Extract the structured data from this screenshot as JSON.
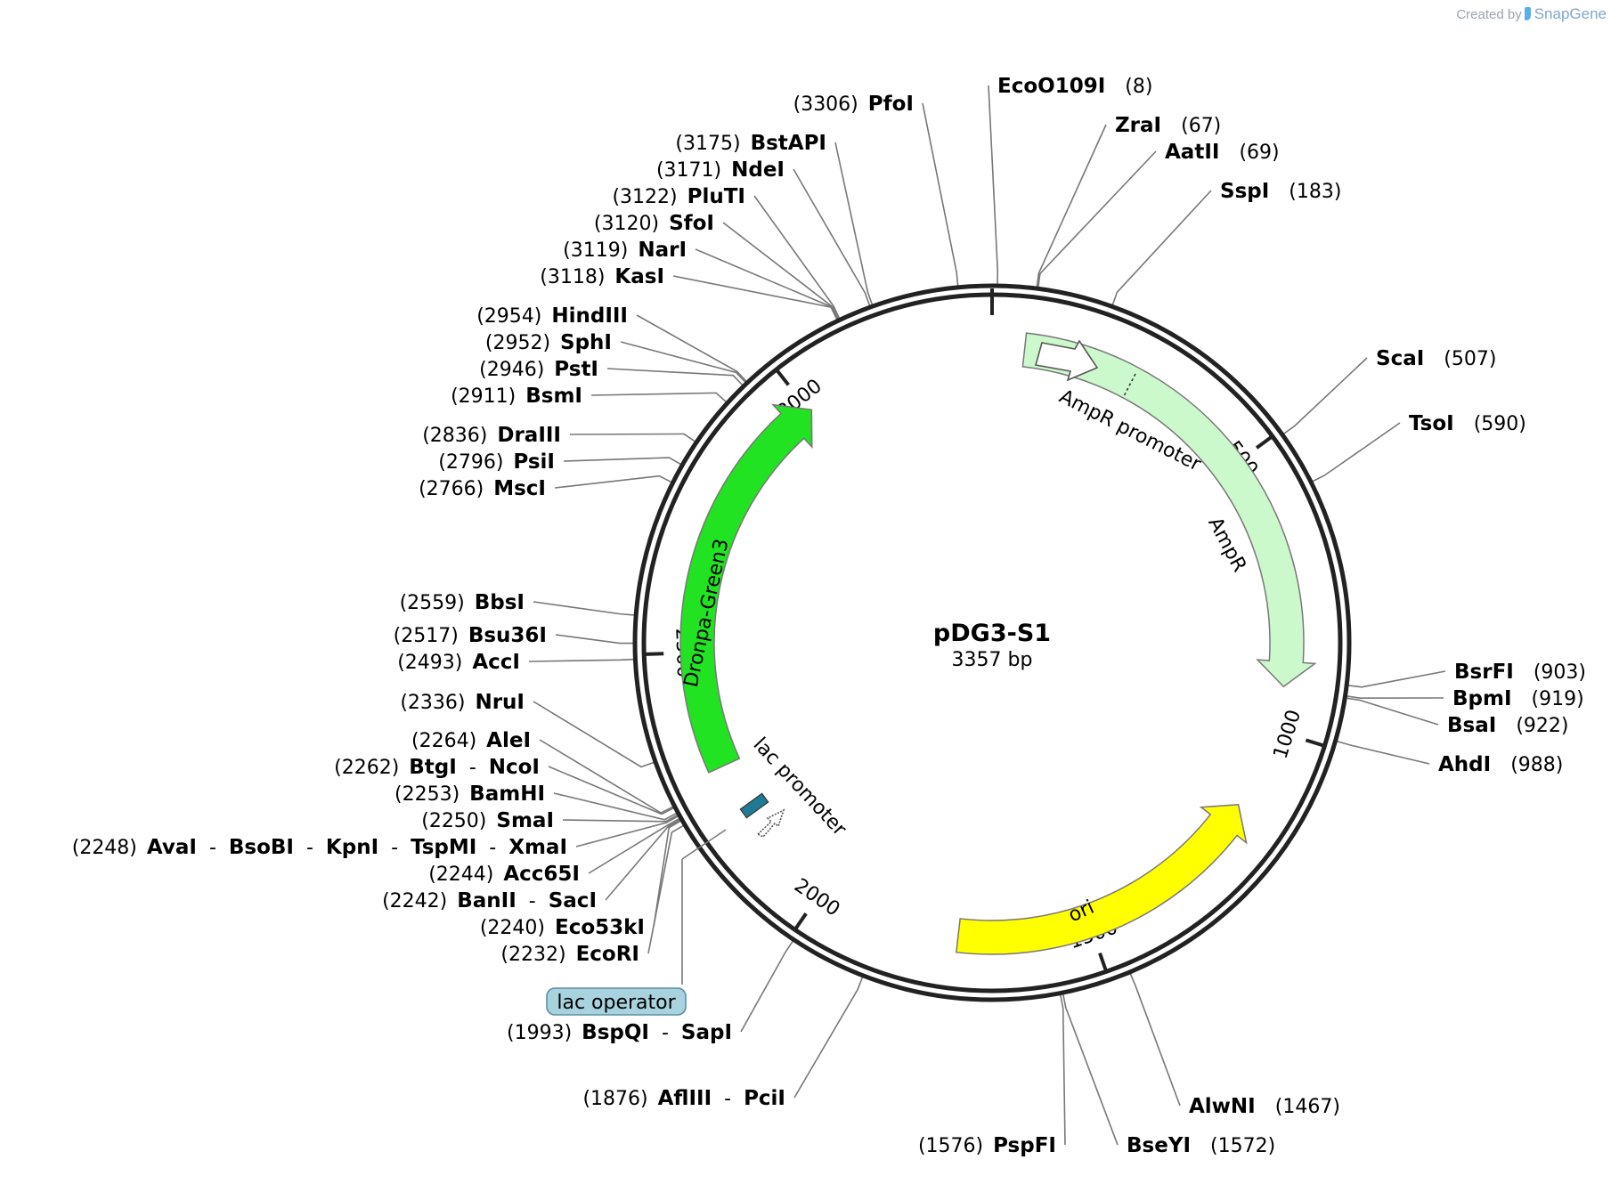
{
  "credit": {
    "prefix": "Created by",
    "brand": "SnapGene"
  },
  "plasmid": {
    "name": "pDG3-S1",
    "length_label": "3357 bp",
    "length": 3357
  },
  "ticks": [
    {
      "pos": 500,
      "label": "500"
    },
    {
      "pos": 1000,
      "label": "1000"
    },
    {
      "pos": 1500,
      "label": "1500"
    },
    {
      "pos": 2000,
      "label": "2000"
    },
    {
      "pos": 2500,
      "label": "2500"
    },
    {
      "pos": 3000,
      "label": "3000"
    }
  ],
  "features": [
    {
      "name": "AmpR promoter",
      "start": 3252,
      "end": 58,
      "direction": "forward",
      "color": "#ffffff",
      "kind": "promoter"
    },
    {
      "name": "AmpR",
      "start": 59,
      "end": 919,
      "direction": "forward",
      "color": "#ccf9cc",
      "kind": "cds"
    },
    {
      "name": "ori",
      "start": 1150,
      "end": 1740,
      "direction": "reverse",
      "color": "#ffff00",
      "kind": "origin"
    },
    {
      "name": "lac promoter",
      "start": 2173,
      "end": 2204,
      "direction": "forward",
      "color": "#ffffff",
      "kind": "promoter"
    },
    {
      "name": "lac operator",
      "start": 2212,
      "end": 2228,
      "direction": "none",
      "color": "#1f7a96",
      "kind": "operator"
    },
    {
      "name": "Dronpa-Green3",
      "start": 2288,
      "end": 3005,
      "direction": "forward",
      "color": "#22e322",
      "kind": "cds"
    }
  ],
  "enzymes": [
    {
      "pos": 8,
      "label_pos": "(8)",
      "names": [
        "EcoO109I"
      ]
    },
    {
      "pos": 67,
      "label_pos": "(67)",
      "names": [
        "ZraI"
      ]
    },
    {
      "pos": 69,
      "label_pos": "(69)",
      "names": [
        "AatII"
      ]
    },
    {
      "pos": 183,
      "label_pos": "(183)",
      "names": [
        "SspI"
      ]
    },
    {
      "pos": 507,
      "label_pos": "(507)",
      "names": [
        "ScaI"
      ]
    },
    {
      "pos": 590,
      "label_pos": "(590)",
      "names": [
        "TsoI"
      ]
    },
    {
      "pos": 903,
      "label_pos": "(903)",
      "names": [
        "BsrFI"
      ]
    },
    {
      "pos": 919,
      "label_pos": "(919)",
      "names": [
        "BpmI"
      ]
    },
    {
      "pos": 922,
      "label_pos": "(922)",
      "names": [
        "BsaI"
      ]
    },
    {
      "pos": 988,
      "label_pos": "(988)",
      "names": [
        "AhdI"
      ]
    },
    {
      "pos": 1467,
      "label_pos": "(1467)",
      "names": [
        "AlwNI"
      ]
    },
    {
      "pos": 1572,
      "label_pos": "(1572)",
      "names": [
        "BseYI"
      ]
    },
    {
      "pos": 1576,
      "label_pos": "(1576)",
      "names": [
        "PspFI"
      ]
    },
    {
      "pos": 1876,
      "label_pos": "(1876)",
      "names": [
        "AflIII",
        "PciI"
      ]
    },
    {
      "pos": 1993,
      "label_pos": "(1993)",
      "names": [
        "BspQI",
        "SapI"
      ]
    },
    {
      "pos": 2232,
      "label_pos": "(2232)",
      "names": [
        "EcoRI"
      ]
    },
    {
      "pos": 2240,
      "label_pos": "(2240)",
      "names": [
        "Eco53kI"
      ]
    },
    {
      "pos": 2242,
      "label_pos": "(2242)",
      "names": [
        "BanII",
        "SacI"
      ]
    },
    {
      "pos": 2244,
      "label_pos": "(2244)",
      "names": [
        "Acc65I"
      ]
    },
    {
      "pos": 2248,
      "label_pos": "(2248)",
      "names": [
        "AvaI",
        "BsoBI",
        "KpnI",
        "TspMI",
        "XmaI"
      ]
    },
    {
      "pos": 2250,
      "label_pos": "(2250)",
      "names": [
        "SmaI"
      ]
    },
    {
      "pos": 2253,
      "label_pos": "(2253)",
      "names": [
        "BamHI"
      ]
    },
    {
      "pos": 2262,
      "label_pos": "(2262)",
      "names": [
        "BtgI",
        "NcoI"
      ]
    },
    {
      "pos": 2264,
      "label_pos": "(2264)",
      "names": [
        "AleI"
      ]
    },
    {
      "pos": 2336,
      "label_pos": "(2336)",
      "names": [
        "NruI"
      ]
    },
    {
      "pos": 2493,
      "label_pos": "(2493)",
      "names": [
        "AccI"
      ]
    },
    {
      "pos": 2517,
      "label_pos": "(2517)",
      "names": [
        "Bsu36I"
      ]
    },
    {
      "pos": 2559,
      "label_pos": "(2559)",
      "names": [
        "BbsI"
      ]
    },
    {
      "pos": 2766,
      "label_pos": "(2766)",
      "names": [
        "MscI"
      ]
    },
    {
      "pos": 2796,
      "label_pos": "(2796)",
      "names": [
        "PsiI"
      ]
    },
    {
      "pos": 2836,
      "label_pos": "(2836)",
      "names": [
        "DraIII"
      ]
    },
    {
      "pos": 2911,
      "label_pos": "(2911)",
      "names": [
        "BsmI"
      ]
    },
    {
      "pos": 2946,
      "label_pos": "(2946)",
      "names": [
        "PstI"
      ]
    },
    {
      "pos": 2952,
      "label_pos": "(2952)",
      "names": [
        "SphI"
      ]
    },
    {
      "pos": 2954,
      "label_pos": "(2954)",
      "names": [
        "HindIII"
      ]
    },
    {
      "pos": 3118,
      "label_pos": "(3118)",
      "names": [
        "KasI"
      ]
    },
    {
      "pos": 3119,
      "label_pos": "(3119)",
      "names": [
        "NarI"
      ]
    },
    {
      "pos": 3120,
      "label_pos": "(3120)",
      "names": [
        "SfoI"
      ]
    },
    {
      "pos": 3122,
      "label_pos": "(3122)",
      "names": [
        "PluTI"
      ]
    },
    {
      "pos": 3171,
      "label_pos": "(3171)",
      "names": [
        "NdeI"
      ]
    },
    {
      "pos": 3175,
      "label_pos": "(3175)",
      "names": [
        "BstAPI"
      ]
    },
    {
      "pos": 3306,
      "label_pos": "(3306)",
      "names": [
        "PfoI"
      ]
    }
  ]
}
